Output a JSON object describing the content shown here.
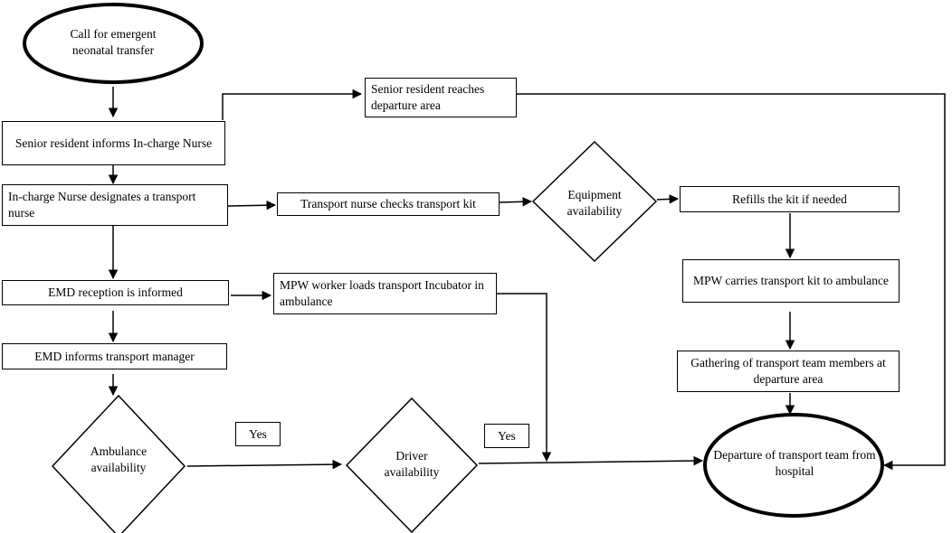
{
  "nodes": {
    "start": "Call for emergent neonatal transfer",
    "senior_informs": "Senior resident informs  In-charge Nurse",
    "senior_reaches": "Senior resident reaches departure area",
    "incharge_designates": "In-charge Nurse designates a transport nurse",
    "nurse_checks": "Transport nurse checks transport kit",
    "equipment": "Equipment availability",
    "refills": "Refills the kit if needed",
    "mpw_carries": "MPW carries transport kit to ambulance",
    "emd_reception": "EMD reception is informed",
    "mpw_loads": "MPW worker loads transport Incubator  in ambulance",
    "emd_informs": "EMD informs transport manager",
    "gathering": "Gathering of transport team members at departure area",
    "ambulance": "Ambulance availability",
    "driver": "Driver availability",
    "departure": "Departure of  transport team from hospital"
  },
  "edge_labels": {
    "yes_1": "Yes",
    "yes_2": "Yes"
  }
}
